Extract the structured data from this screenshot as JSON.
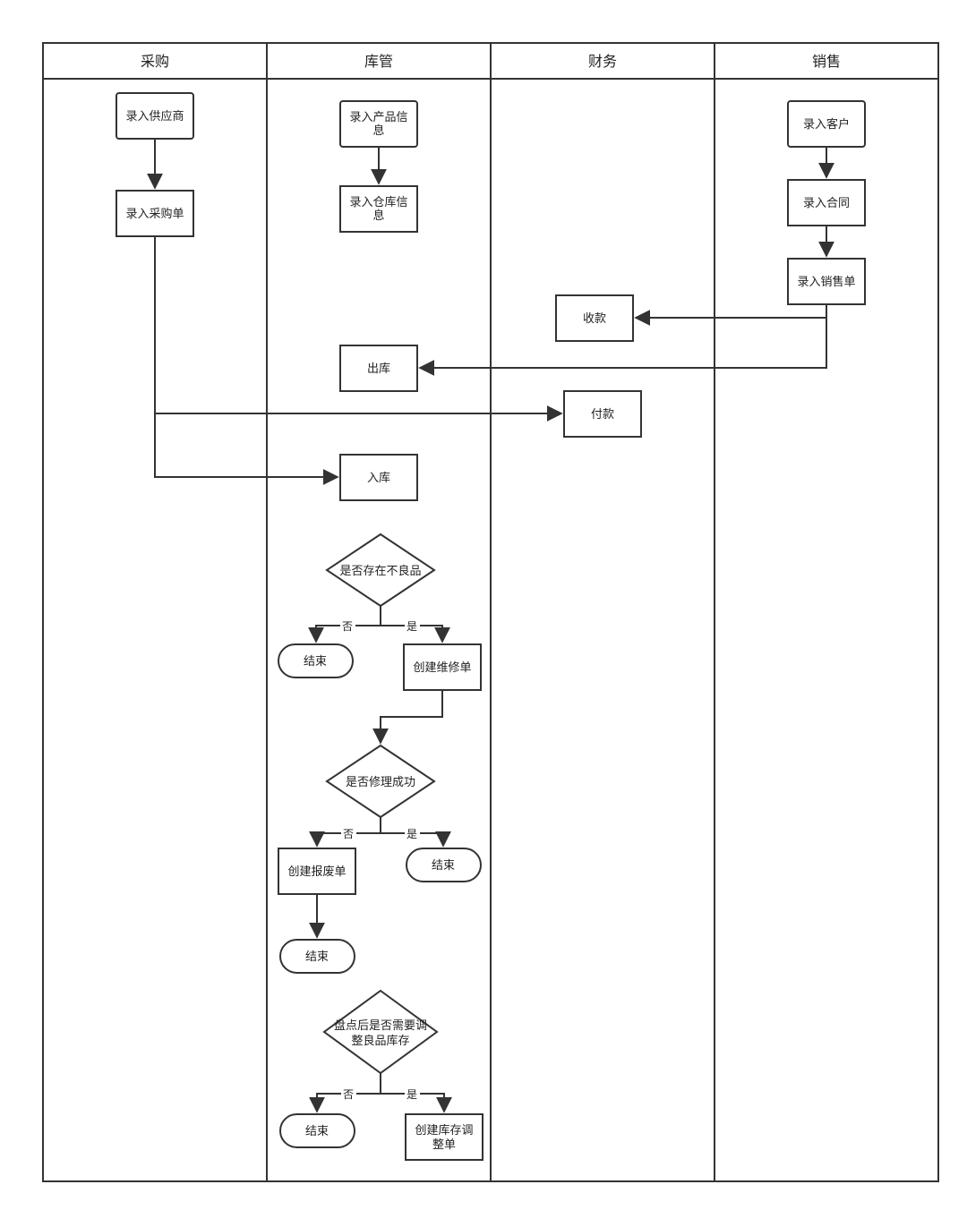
{
  "lanes": {
    "purchase": "采购",
    "warehouse": "库管",
    "finance": "财务",
    "sales": "销售"
  },
  "nodes": {
    "supplier_entry": "录入供应商",
    "purchase_order_entry": "录入采购单",
    "product_info_entry": [
      "录入产品信",
      "息"
    ],
    "warehouse_info_entry": [
      "录入仓库信",
      "息"
    ],
    "stock_out": "出库",
    "stock_in": "入库",
    "customer_entry": "录入客户",
    "contract_entry": "录入合同",
    "sales_order_entry": "录入销售单",
    "receive_payment": "收款",
    "make_payment": "付款",
    "defect_check": "是否存在不良品",
    "end_1": "结束",
    "create_repair_order": "创建维修单",
    "repair_success_check": "是否修理成功",
    "create_scrap_order": "创建报废单",
    "end_2": "结束",
    "end_3": "结束",
    "inventory_adjust_check": [
      "盘点后是否需要调",
      "整良品库存"
    ],
    "end_4": "结束",
    "create_adjust_order": [
      "创建库存调",
      "整单"
    ]
  },
  "edge_labels": {
    "no": "否",
    "yes": "是"
  }
}
